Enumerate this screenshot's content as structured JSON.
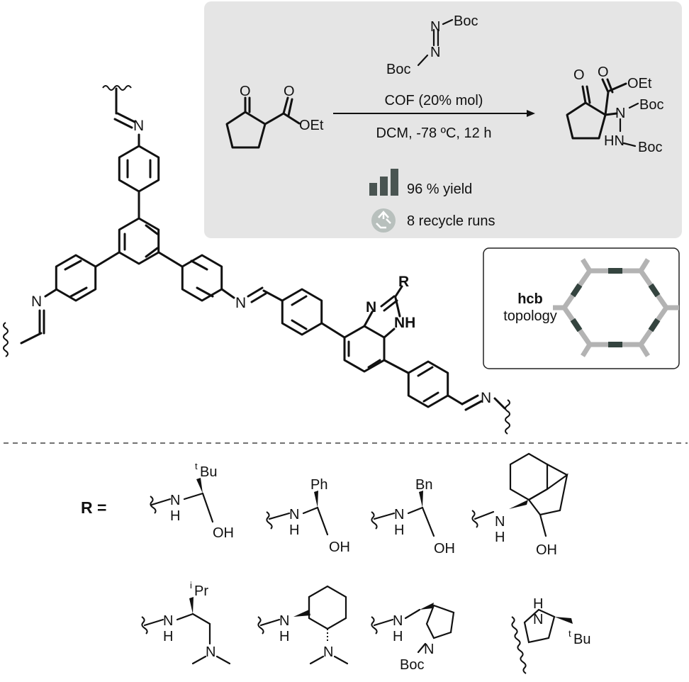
{
  "reaction": {
    "reagent_top_boc": "Boc",
    "reagent_bottom_boc": "Boc",
    "reagent_n": "N",
    "ketone_o": "O",
    "ester_o": "O",
    "ester_oet": "OEt",
    "catalyst": "COF (20% mol)",
    "conditions": "DCM, -78 ºC, 12 h",
    "product_o1": "O",
    "product_o2": "O",
    "product_oet": "OEt",
    "product_n": "N",
    "product_boc1": "Boc",
    "product_hn": "HN",
    "product_boc2": "Boc",
    "yield": "96 % yield",
    "recycle": "8 recycle runs",
    "colors": {
      "panel": "#e5e5e5",
      "icon": "#4a5552"
    }
  },
  "topology": {
    "name": "hcb",
    "label": "topology",
    "colors": {
      "light": "#b3b3b3",
      "dark": "#34443f"
    }
  },
  "framework": {
    "n": "N",
    "r": "R",
    "nh": "NH"
  },
  "substituents": {
    "r_label": "R =",
    "nh": "N",
    "h": "H",
    "oh": "OH",
    "tbu": "Bu",
    "t_sup": "t",
    "ph": "Ph",
    "bn": "Bn",
    "ipr": "Pr",
    "i_sup": "i",
    "n": "N",
    "boc": "Boc"
  }
}
